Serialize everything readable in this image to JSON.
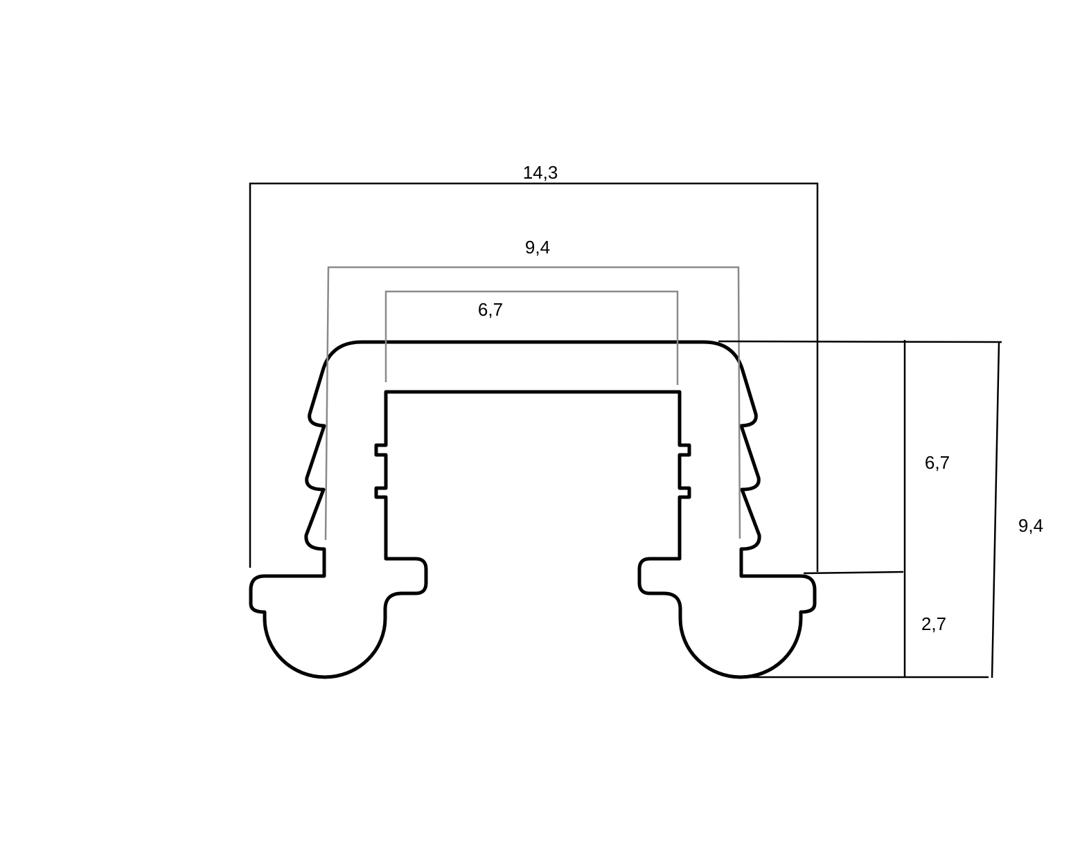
{
  "drawing": {
    "colors": {
      "profile": "#000000",
      "dimension_main": "#000000",
      "dimension_inner": "#8a8a8a"
    },
    "dimensions": {
      "overall_width": "14,3",
      "outer_rib_width": "9,4",
      "channel_width": "6,7",
      "upper_height": "6,7",
      "total_height": "9,4",
      "base_height": "2,7"
    }
  }
}
